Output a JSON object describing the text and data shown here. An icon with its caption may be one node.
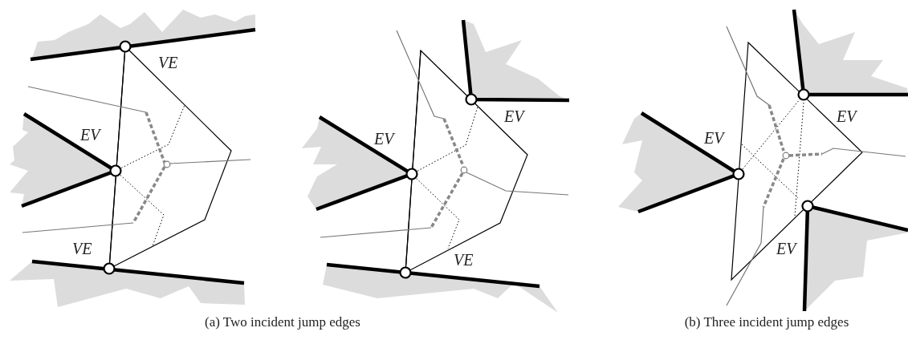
{
  "diagram": {
    "labels": [
      "VE",
      "EV",
      "VE",
      "EV",
      "EV",
      "VE",
      "EV",
      "EV",
      "EV",
      "(a) Two incident jump edges",
      "(b) Three incident jump edges"
    ]
  }
}
